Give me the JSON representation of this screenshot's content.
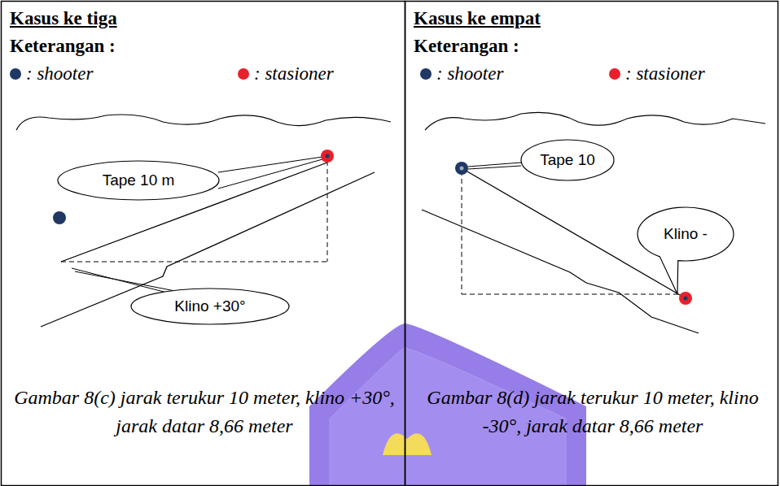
{
  "diagram": {
    "nodes": [
      {
        "text": [
          "Kasus ke tiga",
          "Keterangan :",
          "Gambar 8(c) jarak terukur 10 meter, klino +30°, jarak datar 8,66 meter"
        ]
      },
      {
        "text": [
          "Kasus ke empat",
          "Keterangan :",
          "Gambar 8(d) jarak terukur 10 meter, klino -30°, jarak datar 8,66 meter"
        ]
      },
      {
        "text": [
          "Tape 10 m"
        ],
        "in": 0
      },
      {
        "text": [
          "Klino +30°"
        ],
        "in": 0
      },
      {
        "text": [
          "Tape 10"
        ],
        "in": 1
      },
      {
        "text": [
          "Klino -"
        ],
        "in": 1
      }
    ],
    "legend": [
      {
        "text": ": shooter",
        "color": "#1f3864"
      },
      {
        "text": ": stasioner",
        "color": "#e8202a"
      },
      {
        "text": ": shooter",
        "color": "#1f3864"
      },
      {
        "text": ": stasioner",
        "color": "#e8202a"
      }
    ]
  }
}
